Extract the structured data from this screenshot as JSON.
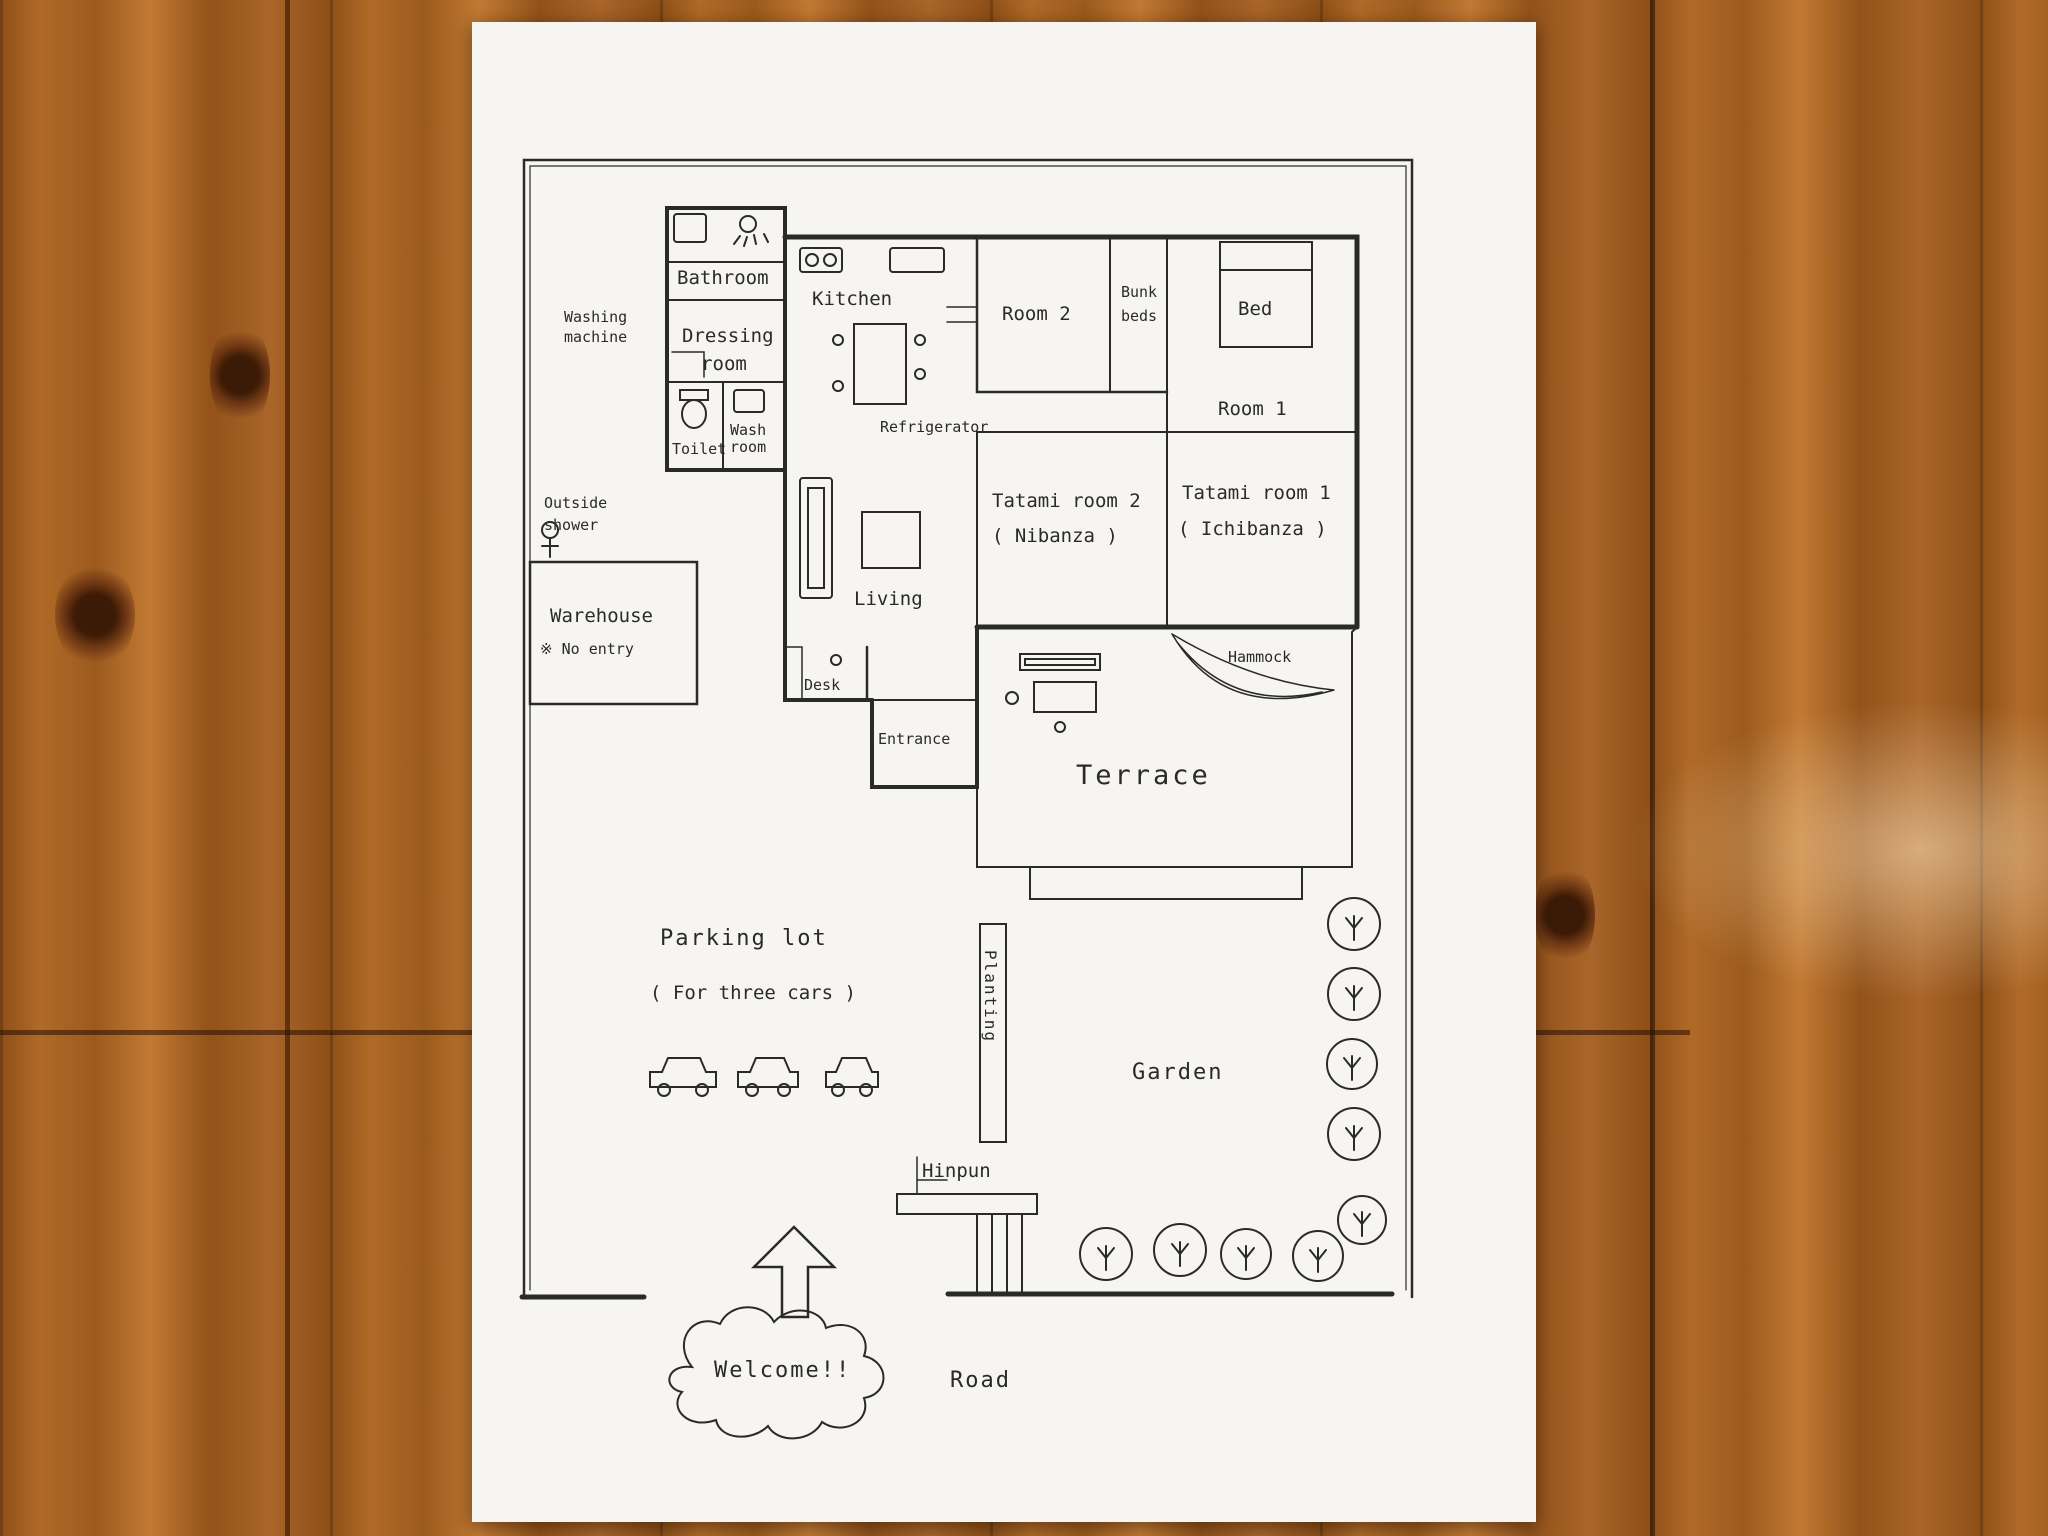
{
  "floor_plan": {
    "rooms": {
      "bathroom": "Bathroom",
      "washing_machine": "Washing machine",
      "dressing_room": "Dressing room",
      "toilet": "Toilet",
      "wash_room": "Wash room",
      "kitchen": "Kitchen",
      "room2": "Room 2",
      "bunk_beds": "Bunk beds",
      "bed": "Bed",
      "room1": "Room 1",
      "refrigerator": "Refrigerator",
      "tatami2": "Tatami room 2",
      "tatami2_sub": "( Nibanza )",
      "tatami1": "Tatami room 1",
      "tatami1_sub": "( Ichibanza )",
      "outside_shower": "Outside shower",
      "warehouse": "Warehouse",
      "no_entry": "※ No entry",
      "living": "Living",
      "desk": "Desk",
      "entrance": "Entrance",
      "hammock": "Hammock",
      "terrace": "Terrace",
      "parking_lot": "Parking lot",
      "parking_sub": "( For three cars )",
      "planting": "Planting",
      "garden": "Garden",
      "hinpun": "Hinpun",
      "welcome": "Welcome!!",
      "road": "Road"
    }
  }
}
